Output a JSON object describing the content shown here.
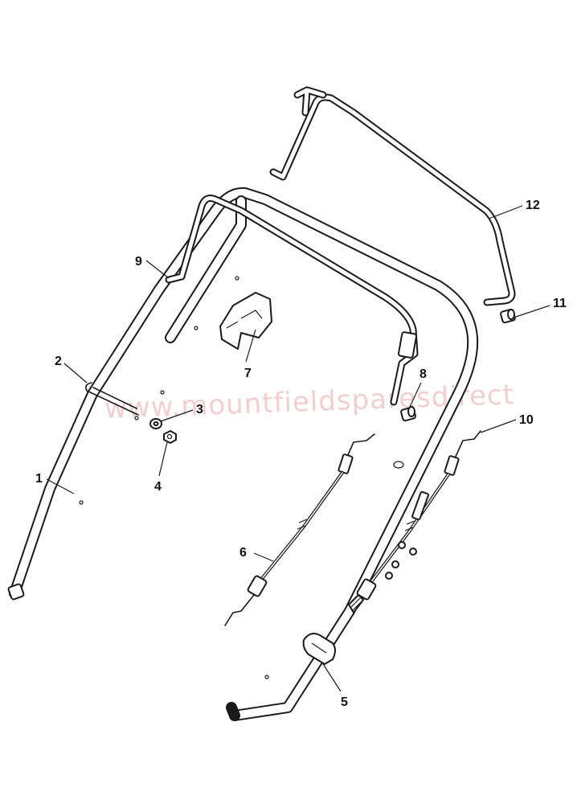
{
  "watermark": "www.mountfieldsparesdirect",
  "callouts": [
    {
      "id": "1",
      "part": "lower-handle"
    },
    {
      "id": "2",
      "part": "hook-bolt"
    },
    {
      "id": "3",
      "part": "washer"
    },
    {
      "id": "4",
      "part": "nut"
    },
    {
      "id": "5",
      "part": "cable-clip"
    },
    {
      "id": "6",
      "part": "drive-cable"
    },
    {
      "id": "7",
      "part": "cable-guide"
    },
    {
      "id": "8",
      "part": "bushing"
    },
    {
      "id": "9",
      "part": "drive-lever"
    },
    {
      "id": "10",
      "part": "brake-cable"
    },
    {
      "id": "11",
      "part": "bushing"
    },
    {
      "id": "12",
      "part": "brake-lever"
    }
  ]
}
